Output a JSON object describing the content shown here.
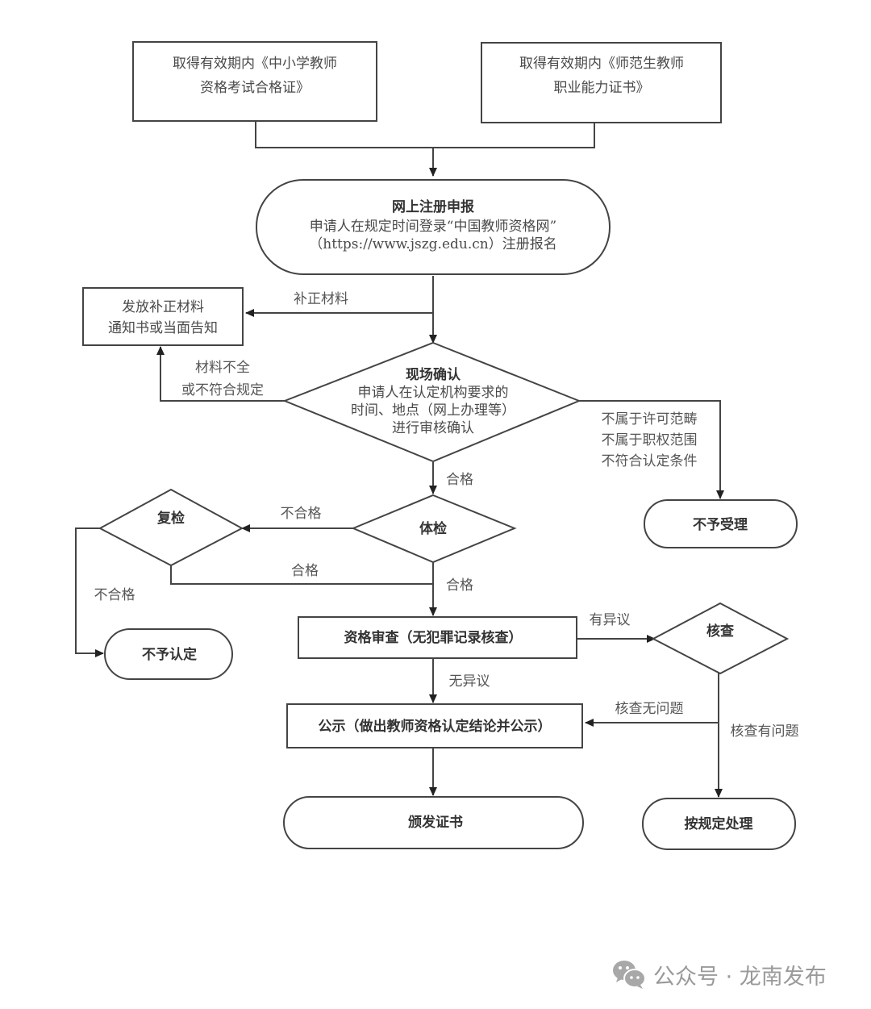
{
  "nodes": {
    "cert_exam": {
      "lines": [
        "取得有效期内《中小学教师",
        "资格考试合格证》"
      ]
    },
    "cert_normal": {
      "lines": [
        "取得有效期内《师范生教师",
        "职业能力证书》"
      ]
    },
    "online_register": {
      "title": "网上注册申报",
      "lines": [
        "申请人在规定时间登录“中国教师资格网”",
        "（https://www.jszg.edu.cn）注册报名"
      ]
    },
    "supplement_notice": {
      "lines": [
        "发放补正材料",
        "通知书或当面告知"
      ]
    },
    "onsite_confirm": {
      "title": "现场确认",
      "lines": [
        "申请人在认定机构要求的",
        "时间、地点（网上办理等）",
        "进行审核确认"
      ]
    },
    "not_accepted": {
      "label": "不予受理"
    },
    "physical_exam": {
      "label": "体检"
    },
    "re_exam": {
      "label": "复检"
    },
    "not_certified": {
      "label": "不予认定"
    },
    "qualification_review": {
      "label": "资格审查（无犯罪记录核查）"
    },
    "verification": {
      "label": "核查"
    },
    "publicity": {
      "label": "公示（做出教师资格认定结论并公示）"
    },
    "issue_certificate": {
      "label": "颁发证书"
    },
    "handle_per_rules": {
      "label": "按规定处理"
    }
  },
  "edge_labels": {
    "supplement": "补正材料",
    "incomplete": [
      "材料不全",
      "或不符合规定"
    ],
    "out_of_scope": [
      "不属于许可范畴",
      "不属于职权范围",
      "不符合认定条件"
    ],
    "pass_to_physical": "合格",
    "physical_fail": "不合格",
    "re_exam_pass": "合格",
    "physical_pass": "合格",
    "re_exam_fail": "不合格",
    "objection": "有异议",
    "no_objection": "无异议",
    "verify_ok": "核查无问题",
    "verify_problem": "核查有问题"
  },
  "watermark": {
    "icon": "wechat-icon",
    "text": "公众号 · 龙南发布"
  }
}
